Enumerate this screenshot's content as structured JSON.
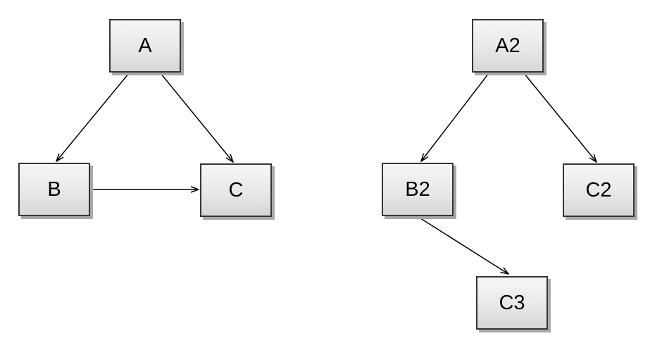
{
  "diagrams": [
    {
      "id": "left-graph",
      "nodes": [
        {
          "id": "A",
          "label": "A"
        },
        {
          "id": "B",
          "label": "B"
        },
        {
          "id": "C",
          "label": "C"
        }
      ],
      "edges": [
        {
          "from": "A",
          "to": "B"
        },
        {
          "from": "A",
          "to": "C"
        },
        {
          "from": "B",
          "to": "C"
        }
      ]
    },
    {
      "id": "right-graph",
      "nodes": [
        {
          "id": "A2",
          "label": "A2"
        },
        {
          "id": "B2",
          "label": "B2"
        },
        {
          "id": "C2",
          "label": "C2"
        },
        {
          "id": "C3",
          "label": "C3"
        }
      ],
      "edges": [
        {
          "from": "A2",
          "to": "B2"
        },
        {
          "from": "A2",
          "to": "C2"
        },
        {
          "from": "B2",
          "to": "C3"
        }
      ]
    }
  ],
  "colors": {
    "background": "#ffffff",
    "node_fill_light": "#f6f6f6",
    "node_fill_dark": "#d6d6d6",
    "node_border": "#363636",
    "node_shadow": "#a9a9a9",
    "edge": "#000000",
    "text": "#000000"
  }
}
